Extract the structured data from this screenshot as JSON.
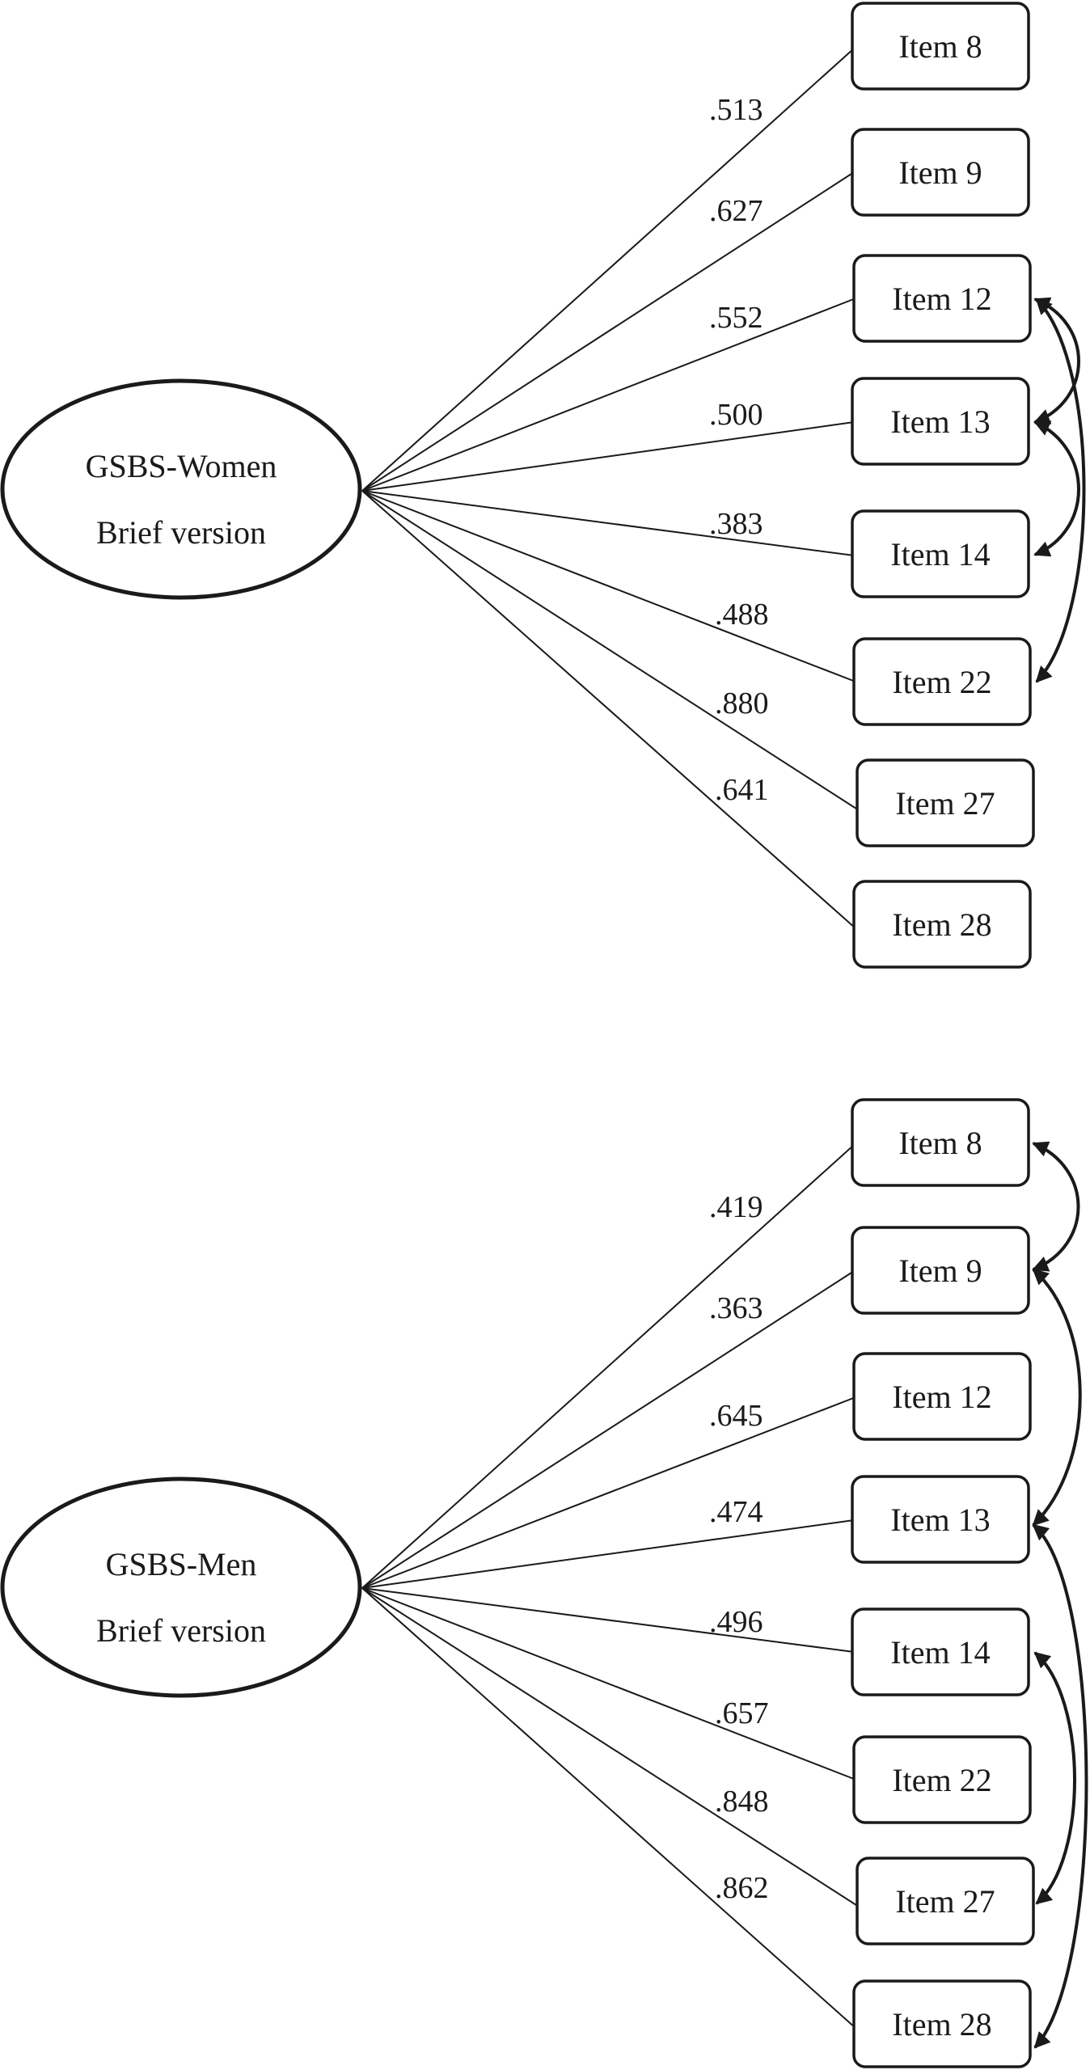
{
  "models": [
    {
      "factor": {
        "line1": "GSBS-Women",
        "line2": "Brief version"
      },
      "items": [
        {
          "label": "Item 8",
          "loading": ".513"
        },
        {
          "label": "Item 9",
          "loading": ".627"
        },
        {
          "label": "Item 12",
          "loading": ".552"
        },
        {
          "label": "Item 13",
          "loading": ".500"
        },
        {
          "label": "Item 14",
          "loading": ".383"
        },
        {
          "label": "Item 22",
          "loading": ".488"
        },
        {
          "label": "Item 27",
          "loading": ".880"
        },
        {
          "label": "Item 28",
          "loading": ".641"
        }
      ],
      "covariances": [
        {
          "from": "Item 12",
          "to": "Item 13"
        },
        {
          "from": "Item 12",
          "to": "Item 22"
        },
        {
          "from": "Item 13",
          "to": "Item 14"
        }
      ]
    },
    {
      "factor": {
        "line1": "GSBS-Men",
        "line2": "Brief version"
      },
      "items": [
        {
          "label": "Item 8",
          "loading": ".419"
        },
        {
          "label": "Item 9",
          "loading": ".363"
        },
        {
          "label": "Item 12",
          "loading": ".645"
        },
        {
          "label": "Item 13",
          "loading": ".474"
        },
        {
          "label": "Item 14",
          "loading": ".496"
        },
        {
          "label": "Item 22",
          "loading": ".657"
        },
        {
          "label": "Item 27",
          "loading": ".848"
        },
        {
          "label": "Item 28",
          "loading": ".862"
        }
      ],
      "covariances": [
        {
          "from": "Item 8",
          "to": "Item 9"
        },
        {
          "from": "Item 9",
          "to": "Item 13"
        },
        {
          "from": "Item 13",
          "to": "Item 28"
        },
        {
          "from": "Item 14",
          "to": "Item 27"
        }
      ]
    }
  ]
}
